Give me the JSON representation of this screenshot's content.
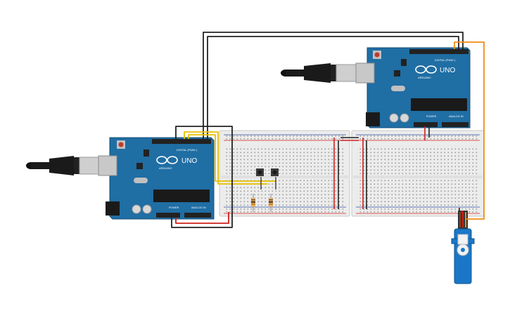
{
  "boards": [
    {
      "id": "arduino-1",
      "brand": "ARDUINO",
      "model": "UNO",
      "header_digital": "DIGITAL (PWM~)",
      "header_power": "POWER",
      "header_analog": "ANALOG IN"
    },
    {
      "id": "arduino-2",
      "brand": "ARDUINO",
      "model": "UNO",
      "header_digital": "DIGITAL (PWM~)",
      "header_power": "POWER",
      "header_analog": "ANALOG IN"
    }
  ],
  "colors": {
    "board": "#1f6ea4",
    "board_edge": "#174f78",
    "breadboard": "#ececec",
    "wire_black": "#222222",
    "wire_red": "#d0201c",
    "wire_orange": "#f08c18",
    "wire_yellow": "#e8c000",
    "servo": "#1a77c8"
  },
  "components": [
    {
      "type": "arduino-uno",
      "count": 2
    },
    {
      "type": "breadboard",
      "count": 2
    },
    {
      "type": "pushbutton",
      "count": 2
    },
    {
      "type": "resistor",
      "count": 2
    },
    {
      "type": "micro-servo",
      "count": 1
    },
    {
      "type": "usb-cable",
      "count": 2
    }
  ]
}
